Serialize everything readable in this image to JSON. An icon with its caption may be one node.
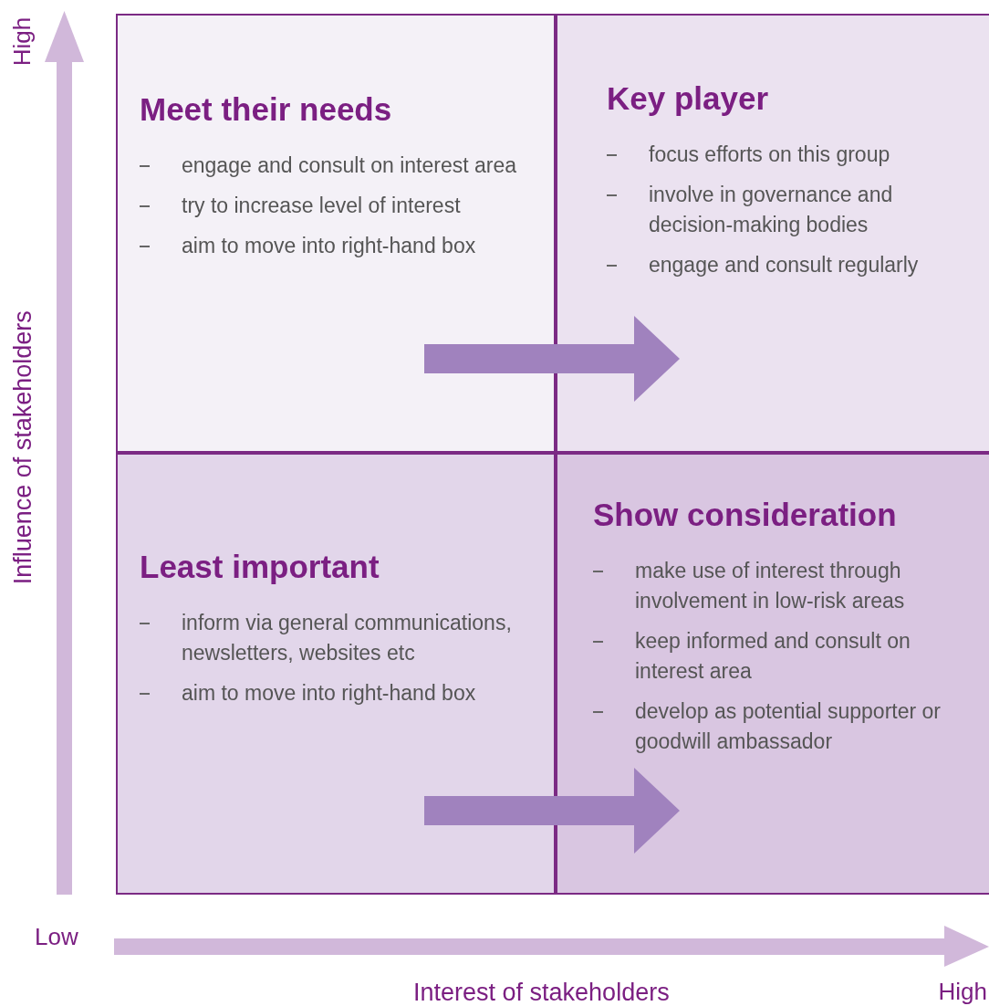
{
  "diagram": {
    "nodes": [
      {
        "text": [
          "Meet their needs",
          "engage and consult on interest area",
          "try to increase level of interest",
          "aim to move into right-hand box"
        ]
      },
      {
        "text": [
          "Key player",
          "focus efforts on this group",
          "involve in governance and decision-making bodies",
          "engage and consult regularly"
        ]
      },
      {
        "text": [
          "Least important",
          "inform via general communications, newsletters, websites etc",
          "aim to move into right-hand box"
        ]
      },
      {
        "text": [
          "Show consideration",
          "make use of interest through involvement in low-risk areas",
          "keep informed and consult on interest area",
          "develop as potential supporter or goodwill ambassador"
        ]
      }
    ],
    "edges": [
      {
        "from": 0,
        "to": 1,
        "arrow": "to"
      },
      {
        "from": 2,
        "to": 3,
        "arrow": "to"
      }
    ],
    "labels": [
      "High",
      "Influence of stakeholders",
      "Low",
      "Interest of stakeholders",
      "High"
    ]
  }
}
